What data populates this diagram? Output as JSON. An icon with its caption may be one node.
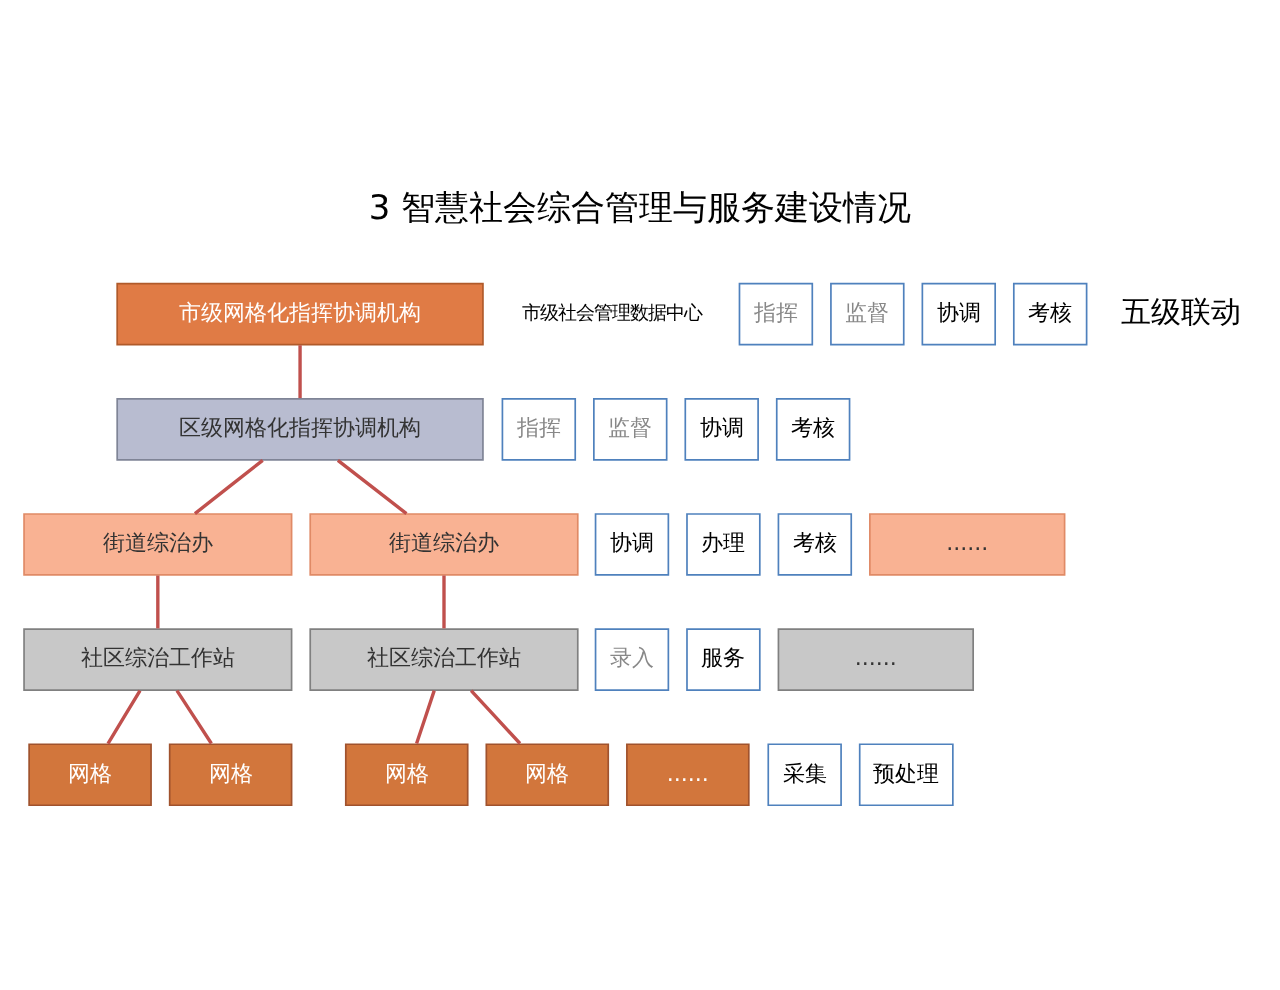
{
  "diagram": {
    "title": "3 智慧社会综合管理与服务建设情况",
    "nodes": [
      {
        "text": [
          "市级网格化指挥协调机构"
        ],
        "beside": [
          "市级社会管理数据中心"
        ]
      },
      {
        "text": [
          "区级网格化指挥协调机构"
        ]
      },
      {
        "text": [
          "街道综治办"
        ]
      },
      {
        "text": [
          "......"
        ]
      },
      {
        "text": [
          "街道综治办"
        ]
      },
      {
        "text": [
          "社区综治工作站"
        ]
      },
      {
        "text": [
          "......"
        ]
      },
      {
        "text": [
          "社区综治工作站"
        ]
      },
      {
        "text": [
          "网格"
        ]
      },
      {
        "text": [
          "网格"
        ]
      },
      {
        "text": [
          "......"
        ]
      },
      {
        "text": [
          "网格"
        ]
      },
      {
        "text": [
          "网格"
        ]
      },
      {
        "text": [
          "指挥"
        ]
      },
      {
        "text": [
          "监督"
        ]
      },
      {
        "text": [
          "协调"
        ]
      },
      {
        "text": [
          "考核"
        ]
      },
      {
        "text": [
          "指挥"
        ]
      },
      {
        "text": [
          "监督"
        ]
      },
      {
        "text": [
          "协调"
        ]
      },
      {
        "text": [
          "考核"
        ]
      },
      {
        "text": [
          "协调"
        ]
      },
      {
        "text": [
          "办理"
        ]
      },
      {
        "text": [
          "考核"
        ]
      },
      {
        "text": [
          "录入"
        ]
      },
      {
        "text": [
          "服务"
        ]
      },
      {
        "text": [
          "采集"
        ]
      },
      {
        "text": [
          "预处理"
        ]
      }
    ],
    "edges": [
      {
        "from": 0,
        "to": 1,
        "arrow": "none"
      },
      {
        "from": 1,
        "to": 2,
        "arrow": "none"
      },
      {
        "from": 1,
        "to": 4,
        "arrow": "none"
      },
      {
        "from": 2,
        "to": 5,
        "arrow": "none"
      },
      {
        "from": 4,
        "to": 7,
        "arrow": "none"
      },
      {
        "from": 5,
        "to": 8,
        "arrow": "none"
      },
      {
        "from": 5,
        "to": 9,
        "arrow": "none"
      },
      {
        "from": 7,
        "to": 11,
        "arrow": "none"
      },
      {
        "from": 7,
        "to": 12,
        "arrow": "none"
      }
    ],
    "labels": [
      "五级联动"
    ]
  }
}
